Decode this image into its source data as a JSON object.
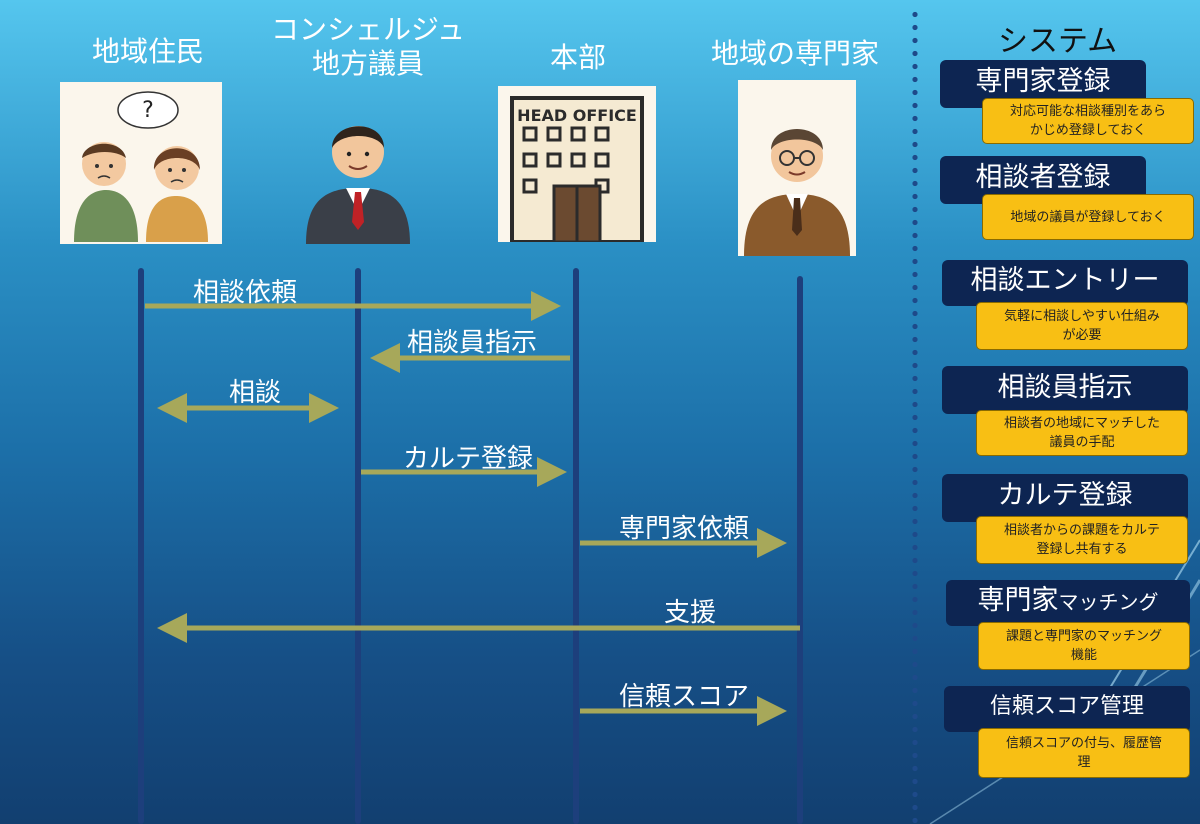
{
  "actors": [
    {
      "id": "residents",
      "name": "地域住民"
    },
    {
      "id": "concierge",
      "name_line1": "コンシェルジュ",
      "name_line2": "地方議員"
    },
    {
      "id": "hq",
      "name": "本部",
      "building_sign": "HEAD OFFICE"
    },
    {
      "id": "expert",
      "name": "地域の専門家"
    }
  ],
  "messages": [
    {
      "label": "相談依頼",
      "from": "residents",
      "to": "hq"
    },
    {
      "label": "相談員指示",
      "from": "hq",
      "to": "concierge"
    },
    {
      "label": "相談",
      "from": "residents",
      "to": "concierge",
      "bidirectional": true
    },
    {
      "label": "カルテ登録",
      "from": "concierge",
      "to": "hq"
    },
    {
      "label": "専門家依頼",
      "from": "hq",
      "to": "expert"
    },
    {
      "label": "支援",
      "from": "expert",
      "to": "residents"
    },
    {
      "label": "信頼スコア",
      "from": "hq",
      "to": "expert"
    }
  ],
  "system": {
    "title": "システム",
    "features": [
      {
        "name": "専門家登録",
        "desc_line1": "対応可能な相談種別をあら",
        "desc_line2": "かじめ登録しておく"
      },
      {
        "name": "相談者登録",
        "desc_line1": "地域の議員が登録しておく",
        "desc_line2": ""
      },
      {
        "name": "相談エントリー",
        "desc_line1": "気軽に相談しやすい仕組み",
        "desc_line2": "が必要"
      },
      {
        "name": "相談員指示",
        "desc_line1": "相談者の地域にマッチした",
        "desc_line2": "議員の手配"
      },
      {
        "name": "カルテ登録",
        "desc_line1": "相談者からの課題をカルテ",
        "desc_line2": "登録し共有する"
      },
      {
        "name_main": "専門家",
        "name_small": "マッチング",
        "desc_line1": "課題と専門家のマッチング",
        "desc_line2": "機能"
      },
      {
        "name": "信頼スコア管理",
        "desc_line1": "信頼スコアの付与、履歴管",
        "desc_line2": "理"
      }
    ]
  },
  "colors": {
    "arrow": "#a7a85a",
    "lane": "#1d3f7c",
    "sys_head": "#0d2552",
    "sys_desc": "#f8bf14"
  }
}
